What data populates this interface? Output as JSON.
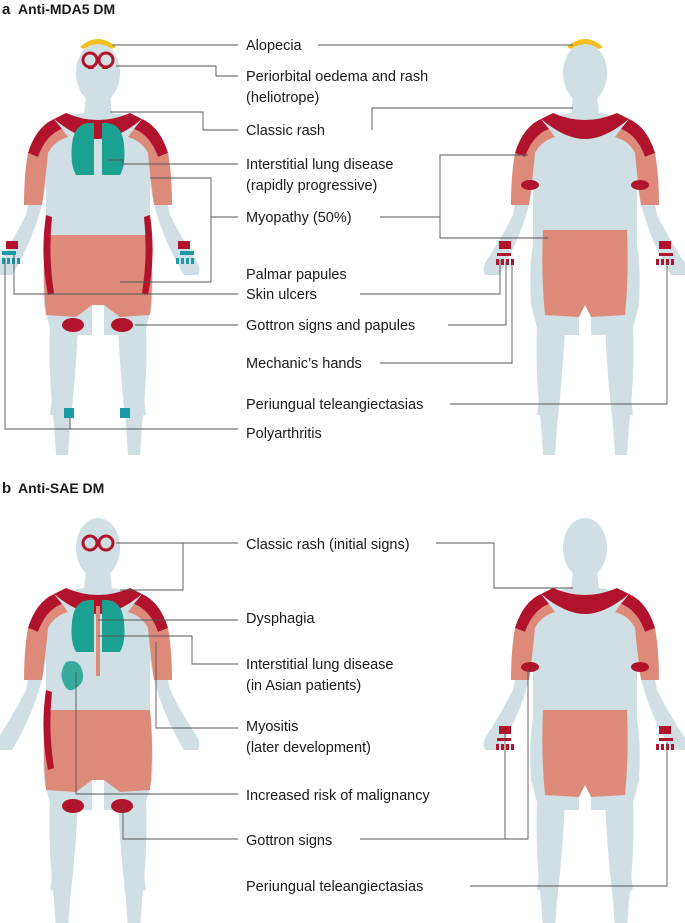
{
  "panel_a": {
    "letter": "a",
    "title": "Anti-MDA5 DM",
    "labels": {
      "alopecia": "Alopecia",
      "periorbital_1": "Periorbital oedema and rash",
      "periorbital_2": "(heliotrope)",
      "classic_rash": "Classic rash",
      "ild_1": "Interstitial lung disease",
      "ild_2": "(rapidly progressive)",
      "myopathy": "Myopathy (50%)",
      "palmar": "Palmar papules",
      "skin_ulcers": "Skin ulcers",
      "gottron": "Gottron signs and papules",
      "mechanics": "Mechanic’s hands",
      "periungual": "Periungual teleangiectasias",
      "polyarthritis": "Polyarthritis"
    }
  },
  "panel_b": {
    "letter": "b",
    "title": "Anti-SAE DM",
    "labels": {
      "classic_rash": "Classic rash (initial signs)",
      "dysphagia": "Dysphagia",
      "ild_1": "Interstitial lung disease",
      "ild_2": "(in Asian patients)",
      "myositis_1": "Myositis",
      "myositis_2": "(later development)",
      "malignancy": "Increased risk of malignancy",
      "gottron": "Gottron signs",
      "periungual": "Periungual teleangiectasias"
    }
  },
  "colors": {
    "skin": "#cfdfe3",
    "rash": "#dd8a7a",
    "dark_rash": "#b0132b",
    "lung": "#1aa191",
    "joints": "#1a9aa8",
    "hair": "#f5c01d"
  }
}
